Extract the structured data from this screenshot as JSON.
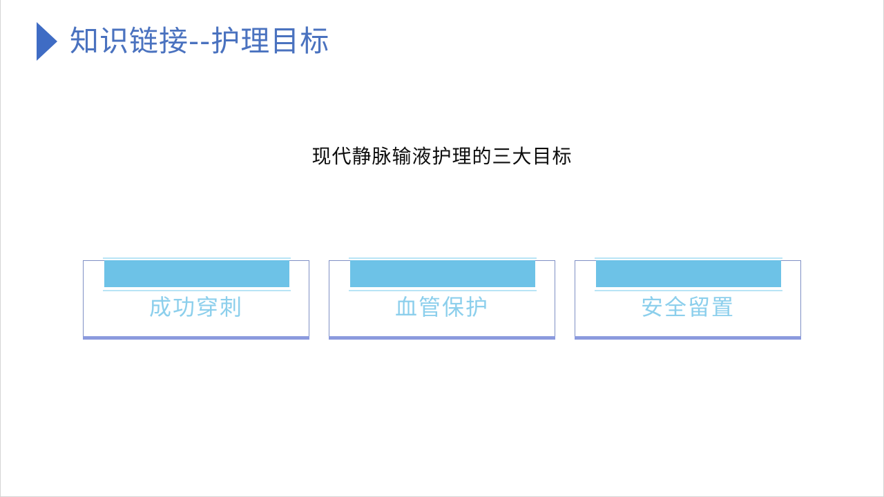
{
  "slide": {
    "title": "知识链接--护理目标",
    "title_marker_icon": "triangle-right-icon",
    "subtitle": "现代静脉输液护理的三大目标",
    "colors": {
      "title_blue": "#4a72bf",
      "marker_blue": "#3f6cc4",
      "banner_blue": "#6dc2e7",
      "banner_highlight": "#b8e4f5",
      "card_border": "#7e8fc4",
      "card_underline": "#8b9ade",
      "card_label": "#8ccfec",
      "subtitle_black": "#0d0d0d",
      "frame_gray": "#d4d4d4",
      "background": "#ffffff"
    }
  },
  "cards": [
    {
      "label": "成功穿刺"
    },
    {
      "label": "血管保护"
    },
    {
      "label": "安全留置"
    }
  ]
}
